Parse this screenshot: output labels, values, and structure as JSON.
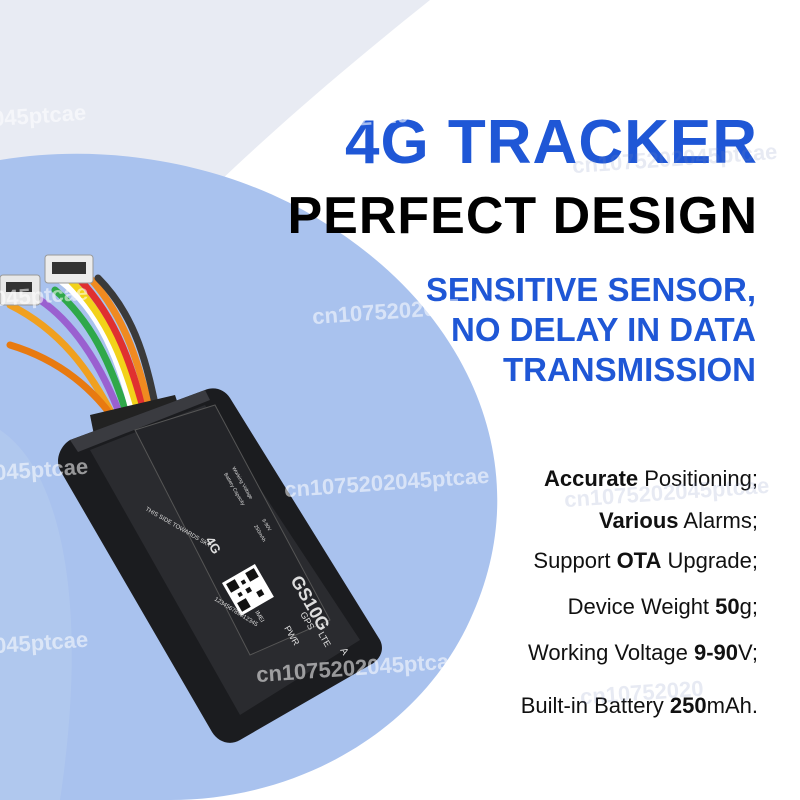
{
  "headline": {
    "line1": "4G TRACKER",
    "line2": "PERFECT DESIGN"
  },
  "subheadline": {
    "line1": "SENSITIVE SENSOR,",
    "line2": "NO DELAY IN DATA",
    "line3": "TRANSMISSION"
  },
  "features": [
    {
      "bold": "Accurate",
      "rest": " Positioning;",
      "pre": ""
    },
    {
      "bold": "Various",
      "rest": " Alarms;",
      "pre": ""
    },
    {
      "pre": "Support ",
      "bold": "OTA",
      "rest": " Upgrade;"
    },
    {
      "pre": "Device Weight ",
      "bold": "50",
      "rest": "g;"
    },
    {
      "pre": "Working Voltage ",
      "bold": "9-90",
      "rest": "V;"
    },
    {
      "pre": "Built-in Battery ",
      "bold": "250",
      "rest": "mAh."
    }
  ],
  "device": {
    "model": "GS10G",
    "model_suffix": "A",
    "badge_4g": "4G",
    "badge_lte": "LTE",
    "badge_gps": "GPS",
    "badge_pwr": "PWR",
    "orientation_label": "THIS SIDE TOWARDS SKY",
    "imei_label": "IMEI",
    "imei": "123456789012345",
    "spec_voltage_label": "Working Voltage",
    "spec_voltage": "9-90V",
    "spec_battery_label": "Battery Capacity",
    "spec_battery": "250mAh"
  },
  "watermarks": [
    "045ptcae",
    "cn10752020450",
    "045ptcae",
    "cn1075202045ptcae",
    "045ptcae",
    "cn1075202045ptcae",
    "045ptcae",
    "cn1075202045ptcae",
    "cn1075202045ptcae",
    "cn1075202045ptcae",
    "cn10752020"
  ],
  "colors": {
    "accent_blue": "#1f57d6",
    "bg_light_blue": "#a9c2ee",
    "bg_pale": "#e6eaf4",
    "device_body": "#1b1c1f"
  }
}
